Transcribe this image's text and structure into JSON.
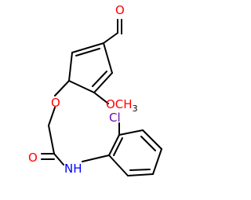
{
  "molecule": {
    "atom_labels": {
      "aldehyde_oxygen": "O",
      "ether_oxygen": "O",
      "methoxy_group": "OCH",
      "methoxy_subscript": "3",
      "carbonyl_oxygen": "O",
      "amide_nitrogen": "NH",
      "chlorine": "Cl"
    },
    "colors": {
      "bond": "#000000",
      "oxygen": "#ff0000",
      "nitrogen": "#0000ff",
      "chlorine": "#6a0dad",
      "carbon_label": "#000000"
    }
  }
}
